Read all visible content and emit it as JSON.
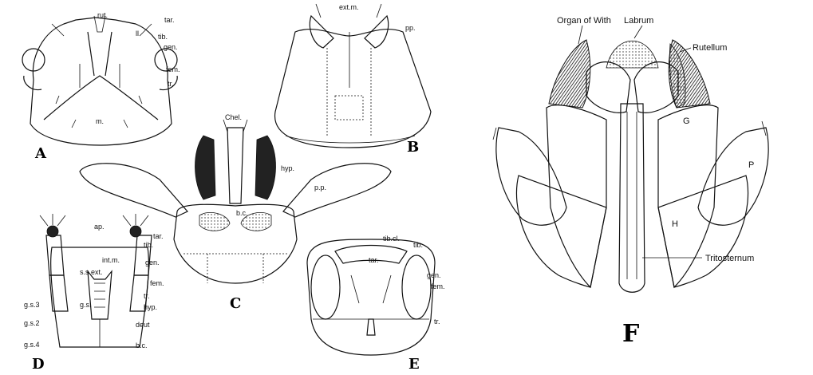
{
  "panels": {
    "A": {
      "letter": "A",
      "labels": {
        "rut": "rut.",
        "tar": "tar.",
        "tib": "tib.",
        "gen": "gen.",
        "fem": "fem.",
        "tr": "tr.",
        "m": "m.",
        "ll": "ll"
      }
    },
    "B": {
      "letter": "B",
      "labels": {
        "extm": "ext.m.",
        "pp": "pp."
      }
    },
    "C": {
      "letter": "C",
      "labels": {
        "chel": "Chel.",
        "hyp": "hyp.",
        "pp": "p.p.",
        "bc": "b.c."
      }
    },
    "D": {
      "letter": "D",
      "labels": {
        "ap": "ap.",
        "tar": "tar.",
        "tib": "tib.",
        "intm": "int.m.",
        "gen": "gen.",
        "ss": "s.s.",
        "ext": "ext.",
        "fem": "fem.",
        "gs": "g.s.",
        "tr": "tr.",
        "hyp": "hyp.",
        "gs3": "g.s.3",
        "gs2": "g.s.2",
        "deut": "deut",
        "gs4": "g.s.4",
        "bc": "b.c."
      }
    },
    "E": {
      "letter": "E",
      "labels": {
        "tibcl": "tib.cl.",
        "tib": "tib.",
        "tar": "tar.",
        "gen": "gen.",
        "fem": "fem.",
        "tr": "tr."
      }
    },
    "F": {
      "letter": "F",
      "labels": {
        "organ": "Organ of With",
        "labrum": "Labrum",
        "rutellum": "Rutellum",
        "g": "G",
        "p": "P",
        "h": "H",
        "trito": "Tritosternum"
      }
    }
  }
}
